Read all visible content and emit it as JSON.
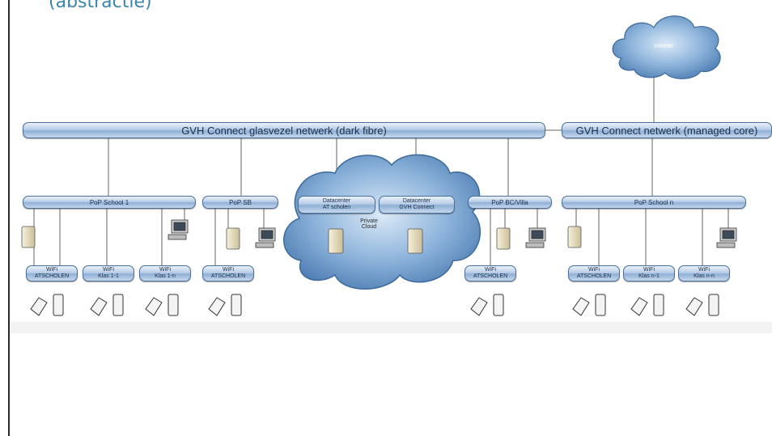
{
  "title": "(abstractie)",
  "backbone": {
    "fibre_label": "GVH Connect glasvezel netwerk (dark fibre)",
    "managed_label": "GVH Connect netwerk (managed core)"
  },
  "internet_label": "Internet",
  "private_cloud_label": "Private\nCloud",
  "datacenters": [
    {
      "line1": "Datacenter",
      "line2": "AT scholen"
    },
    {
      "line1": "Datacenter",
      "line2": "GVH Connect"
    }
  ],
  "pops": [
    "PoP School 1",
    "PoP SB",
    "PoP BC/Villa",
    "PoP School n"
  ],
  "wifi": [
    {
      "line1": "WiFi",
      "line2": "ATSCHOLEN"
    },
    {
      "line1": "WiFi",
      "line2": "Klas 1-1"
    },
    {
      "line1": "WiFi",
      "line2": "Klas 1-n"
    },
    {
      "line1": "WiFi",
      "line2": "ATSCHOLEN"
    },
    {
      "line1": "WiFi",
      "line2": "ATSCHOLEN"
    },
    {
      "line1": "WiFi",
      "line2": "ATSCHOLEN"
    },
    {
      "line1": "WiFi",
      "line2": "Klas n-1"
    },
    {
      "line1": "WiFi",
      "line2": "Klas n-n"
    }
  ],
  "colors": {
    "title": "#3a86a8",
    "bar_stroke": "#4a6f9a",
    "cloud": "#6f9cc9",
    "line": "#666666"
  }
}
